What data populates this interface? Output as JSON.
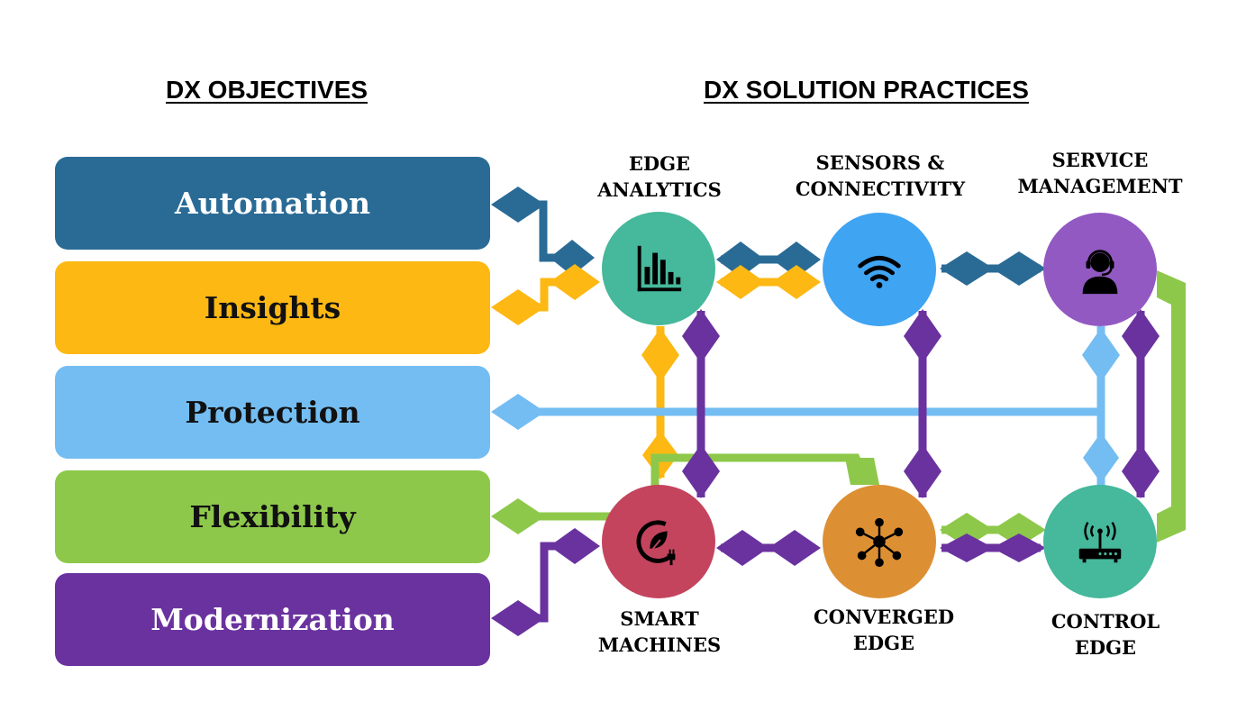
{
  "headings": {
    "objectives": "DX OBJECTIVES",
    "practices": "DX SOLUTION PRACTICES"
  },
  "objectives": [
    {
      "label": "Automation",
      "color": "#2a6b96"
    },
    {
      "label": "Insights",
      "color": "#fdb813"
    },
    {
      "label": "Protection",
      "color": "#73bdf2"
    },
    {
      "label": "Flexibility",
      "color": "#8dc84a"
    },
    {
      "label": "Modernization",
      "color": "#6a329f"
    }
  ],
  "practices": [
    {
      "line1": "EDGE",
      "line2": "ANALYTICS",
      "icon": "bar-chart-icon",
      "color": "#46b89b"
    },
    {
      "line1": "SENSORS &",
      "line2": "CONNECTIVITY",
      "icon": "wifi-icon",
      "color": "#3fa4f2"
    },
    {
      "line1": "SERVICE",
      "line2": "MANAGEMENT",
      "icon": "headset-agent-icon",
      "color": "#9259c2"
    },
    {
      "line1": "SMART",
      "line2": "MACHINES",
      "icon": "eco-plug-icon",
      "color": "#c4445e"
    },
    {
      "line1": "CONVERGED",
      "line2": "EDGE",
      "icon": "network-hub-icon",
      "color": "#dd8f33"
    },
    {
      "line1": "CONTROL",
      "line2": "EDGE",
      "icon": "router-icon",
      "color": "#46b89b"
    }
  ]
}
